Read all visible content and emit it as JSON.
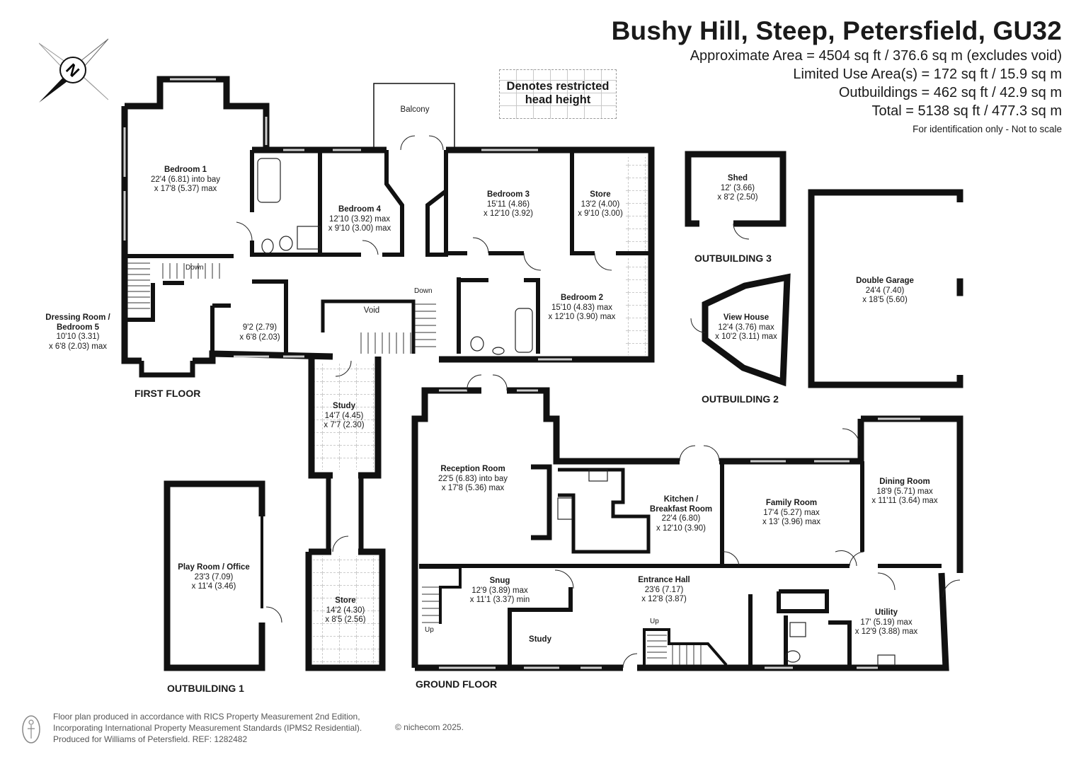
{
  "header": {
    "title": "Bushy Hill, Steep, Petersfield, GU32",
    "stats": [
      "Approximate Area = 4504 sq ft / 376.6 sq m (excludes void)",
      "Limited Use Area(s) = 172 sq ft / 15.9 sq m",
      "Outbuildings = 462 sq ft / 42.9 sq m",
      "Total = 5138 sq ft / 477.3 sq m"
    ],
    "note": "For identification only - Not to scale"
  },
  "legend": {
    "text": "Denotes restricted\nhead height"
  },
  "compass": {
    "letter": "N"
  },
  "floors": {
    "first": "FIRST FLOOR",
    "ground": "GROUND FLOOR",
    "outbuilding1": "OUTBUILDING 1",
    "outbuilding2": "OUTBUILDING 2",
    "outbuilding3": "OUTBUILDING 3"
  },
  "rooms": {
    "bedroom1": {
      "name": "Bedroom 1",
      "dims": [
        "22'4 (6.81) into bay",
        "x 17'8 (5.37) max"
      ]
    },
    "bedroom4": {
      "name": "Bedroom 4",
      "dims": [
        "12'10 (3.92) max",
        "x 9'10 (3.00) max"
      ]
    },
    "balcony": {
      "name": "Balcony"
    },
    "bedroom3": {
      "name": "Bedroom 3",
      "dims": [
        "15'11 (4.86)",
        "x 12'10 (3.92)"
      ]
    },
    "store_first": {
      "name": "Store",
      "dims": [
        "13'2 (4.00)",
        "x 9'10 (3.00)"
      ]
    },
    "bedroom2": {
      "name": "Bedroom 2",
      "dims": [
        "15'10 (4.83) max",
        "x 12'10 (3.90) max"
      ]
    },
    "dressing": {
      "name": "Dressing Room /",
      "name2": "Bedroom 5",
      "dims": [
        "10'10  (3.31)",
        "x 6'8 (2.03) max"
      ]
    },
    "small_room": {
      "dims": [
        "9'2 (2.79)",
        "x 6'8 (2.03)"
      ]
    },
    "void": {
      "name": "Void"
    },
    "shed": {
      "name": "Shed",
      "dims": [
        "12' (3.66)",
        "x 8'2 (2.50)"
      ]
    },
    "view_house": {
      "name": "View House",
      "dims": [
        "12'4 (3.76) max",
        "x 10'2 (3.11) max"
      ]
    },
    "double_garage": {
      "name": "Double Garage",
      "dims": [
        "24'4 (7.40)",
        "x 18'5 (5.60)"
      ]
    },
    "study_upper": {
      "name": "Study",
      "dims": [
        "14'7 (4.45)",
        "x 7'7 (2.30)"
      ]
    },
    "reception": {
      "name": "Reception Room",
      "dims": [
        "22'5 (6.83) into bay",
        "x 17'8 (5.36) max"
      ]
    },
    "kitchen": {
      "name": "Kitchen /",
      "name2": "Breakfast Room",
      "dims": [
        "22'4 (6.80)",
        "x 12'10 (3.90)"
      ]
    },
    "family": {
      "name": "Family Room",
      "dims": [
        "17'4 (5.27) max",
        "x 13' (3.96) max"
      ]
    },
    "dining": {
      "name": "Dining Room",
      "dims": [
        "18'9 (5.71) max",
        "x 11'11 (3.64) max"
      ]
    },
    "play": {
      "name": "Play Room / Office",
      "dims": [
        "23'3 (7.09)",
        "x 11'4 (3.46)"
      ]
    },
    "store_ground": {
      "name": "Store",
      "dims": [
        "14'2 (4.30)",
        "x 8'5 (2.56)"
      ]
    },
    "snug": {
      "name": "Snug",
      "dims": [
        "12'9 (3.89) max",
        "x 11'1 (3.37) min"
      ]
    },
    "study_ground": {
      "name": "Study"
    },
    "entrance": {
      "name": "Entrance Hall",
      "dims": [
        "23'6 (7.17)",
        "x 12'8 (3.87)"
      ]
    },
    "utility": {
      "name": "Utility",
      "dims": [
        "17' (5.19) max",
        "x 12'9 (3.88) max"
      ]
    }
  },
  "stairs": {
    "down": "Down",
    "up": "Up"
  },
  "footer": {
    "lines": [
      "Floor plan produced in accordance with RICS Property Measurement 2nd Edition,",
      "Incorporating International Property Measurement Standards (IPMS2 Residential).",
      "Produced for Williams of Petersfield.   REF: 1282482"
    ],
    "copyright": "© nichecom 2025."
  }
}
